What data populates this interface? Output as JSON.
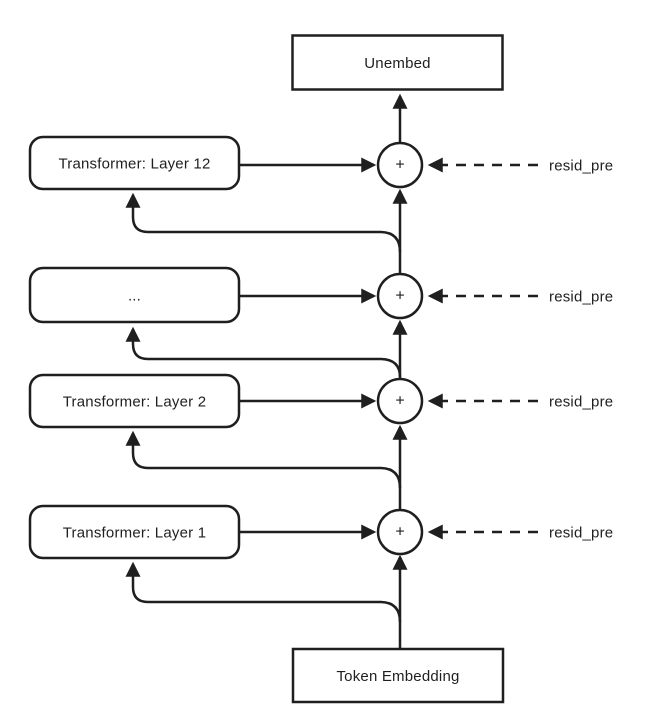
{
  "diagram": {
    "colors": {
      "background": "#ffffff",
      "stroke": "#1f1f1f",
      "box_fill": "#ffffff",
      "text": "#1f1f1f"
    },
    "nodes": {
      "unembed": {
        "label": "Unembed"
      },
      "layer_12": {
        "label": "Transformer: Layer 12"
      },
      "layer_dots": {
        "label": "..."
      },
      "layer_2": {
        "label": "Transformer: Layer 2"
      },
      "layer_1": {
        "label": "Transformer: Layer 1"
      },
      "token_embedding": {
        "label": "Token Embedding"
      }
    },
    "add_operator_symbol": "+",
    "annotations": {
      "resid_pre_labels": [
        "resid_pre",
        "resid_pre",
        "resid_pre",
        "resid_pre"
      ]
    }
  }
}
